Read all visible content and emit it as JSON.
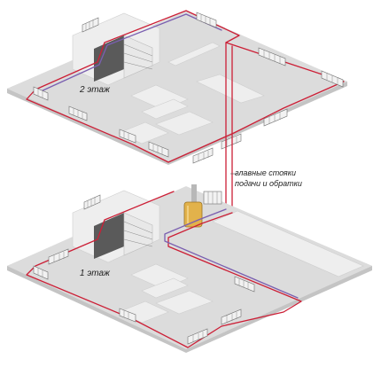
{
  "labels": {
    "floor2": "2 этаж",
    "floor1": "1 этаж",
    "risers_line1": "главные стояки",
    "risers_line2": "подачи и обратки"
  },
  "colors": {
    "supply_pipe": "#cc1f36",
    "return_pipe": "#7a5fb0",
    "boiler": "#e2b24b",
    "slab": "#dcdcdc",
    "staircase": "#5a5a5a"
  },
  "icons": {
    "radiator": "radiator-icon",
    "boiler": "boiler-icon",
    "staircase": "staircase-icon"
  }
}
